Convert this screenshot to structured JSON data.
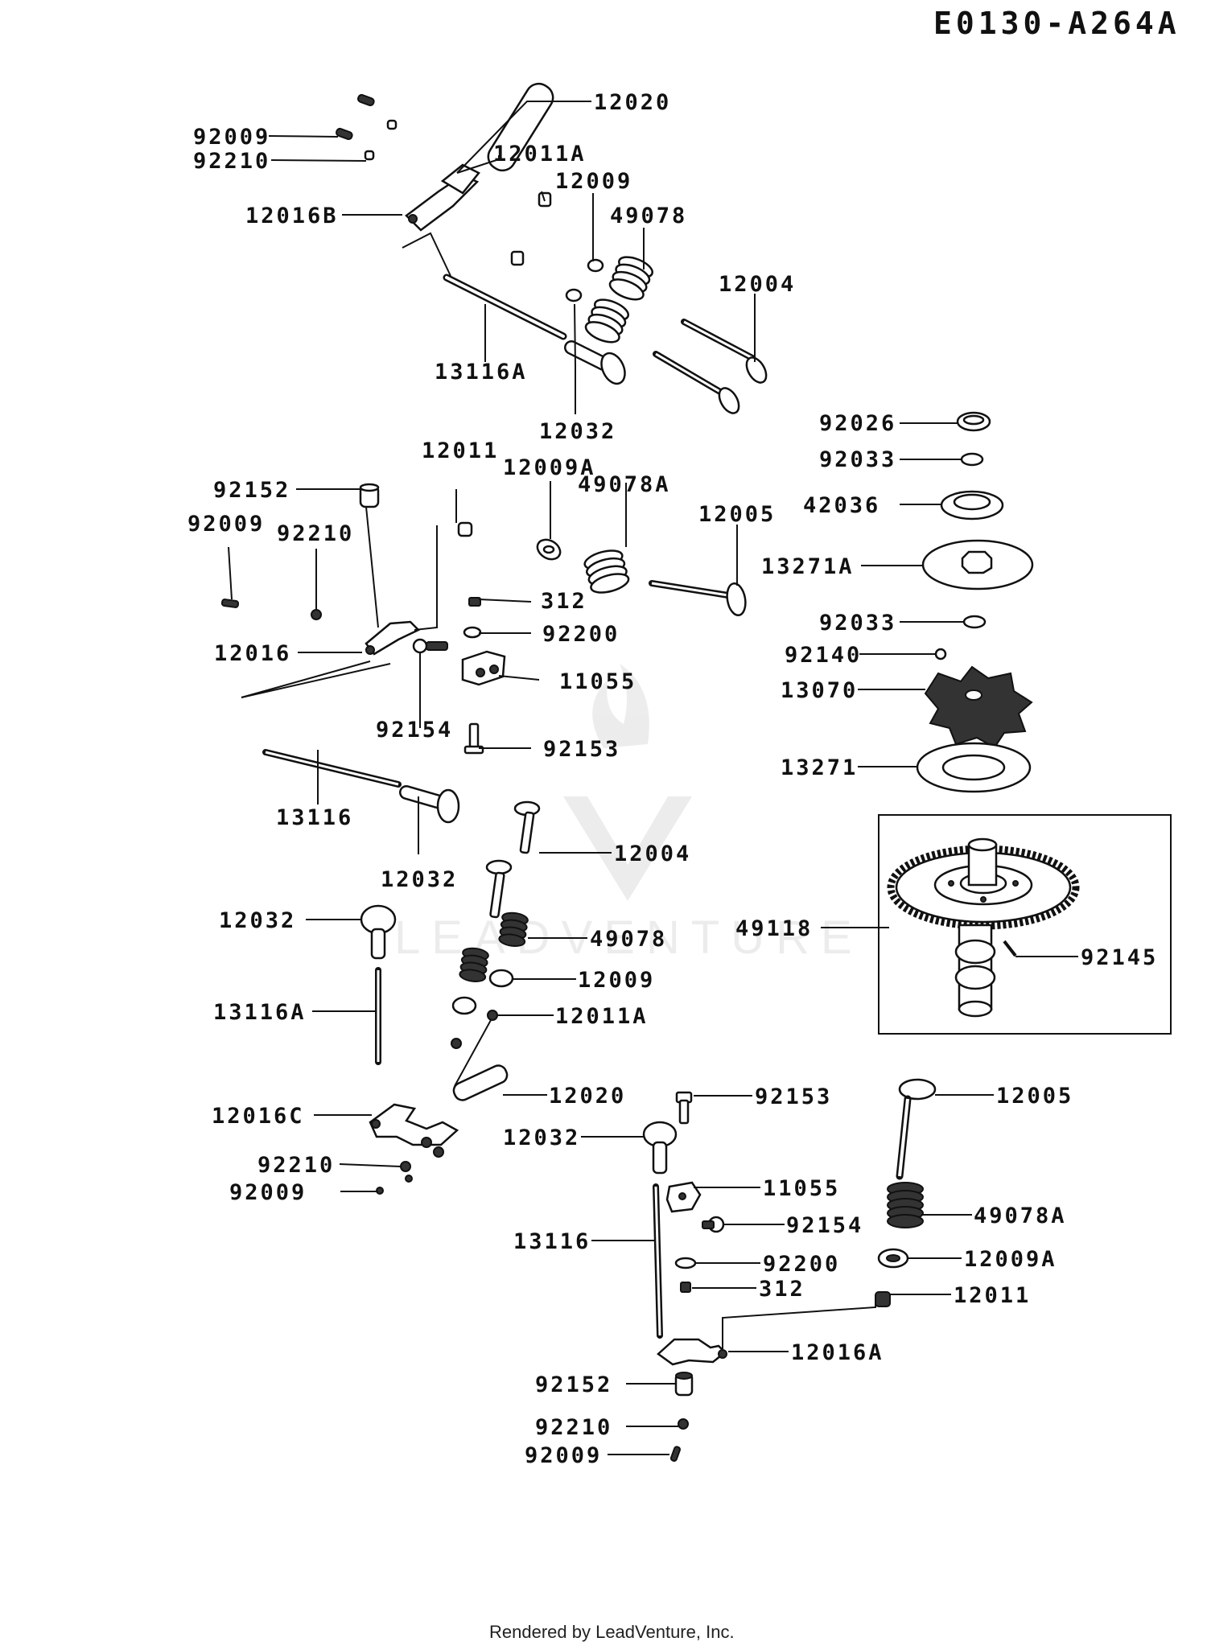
{
  "diagram": {
    "code": "E0130-A264A",
    "footer": "Rendered by LeadVenture, Inc."
  },
  "colors": {
    "ink": "#111111",
    "background": "#ffffff"
  },
  "callouts": [
    "12020",
    "92009",
    "12011A",
    "92210",
    "12009",
    "12016B",
    "49078",
    "12004",
    "13116A",
    "12032",
    "92026",
    "92033",
    "12011",
    "12009A",
    "42036",
    "92152",
    "49078A",
    "12005",
    "92009",
    "92210",
    "13271A",
    "312",
    "92033",
    "92200",
    "92140",
    "12016",
    "11055",
    "13070",
    "92154",
    "92153",
    "13271",
    "13116",
    "12004",
    "12032",
    "12032",
    "49118",
    "49078",
    "92145",
    "12009",
    "13116A",
    "12011A",
    "12020",
    "12016C",
    "92153",
    "12005",
    "12032",
    "92210",
    "11055",
    "92009",
    "92154",
    "49078A",
    "13116",
    "92200",
    "12009A",
    "312",
    "12011",
    "12016A",
    "92152",
    "92210",
    "92009"
  ]
}
